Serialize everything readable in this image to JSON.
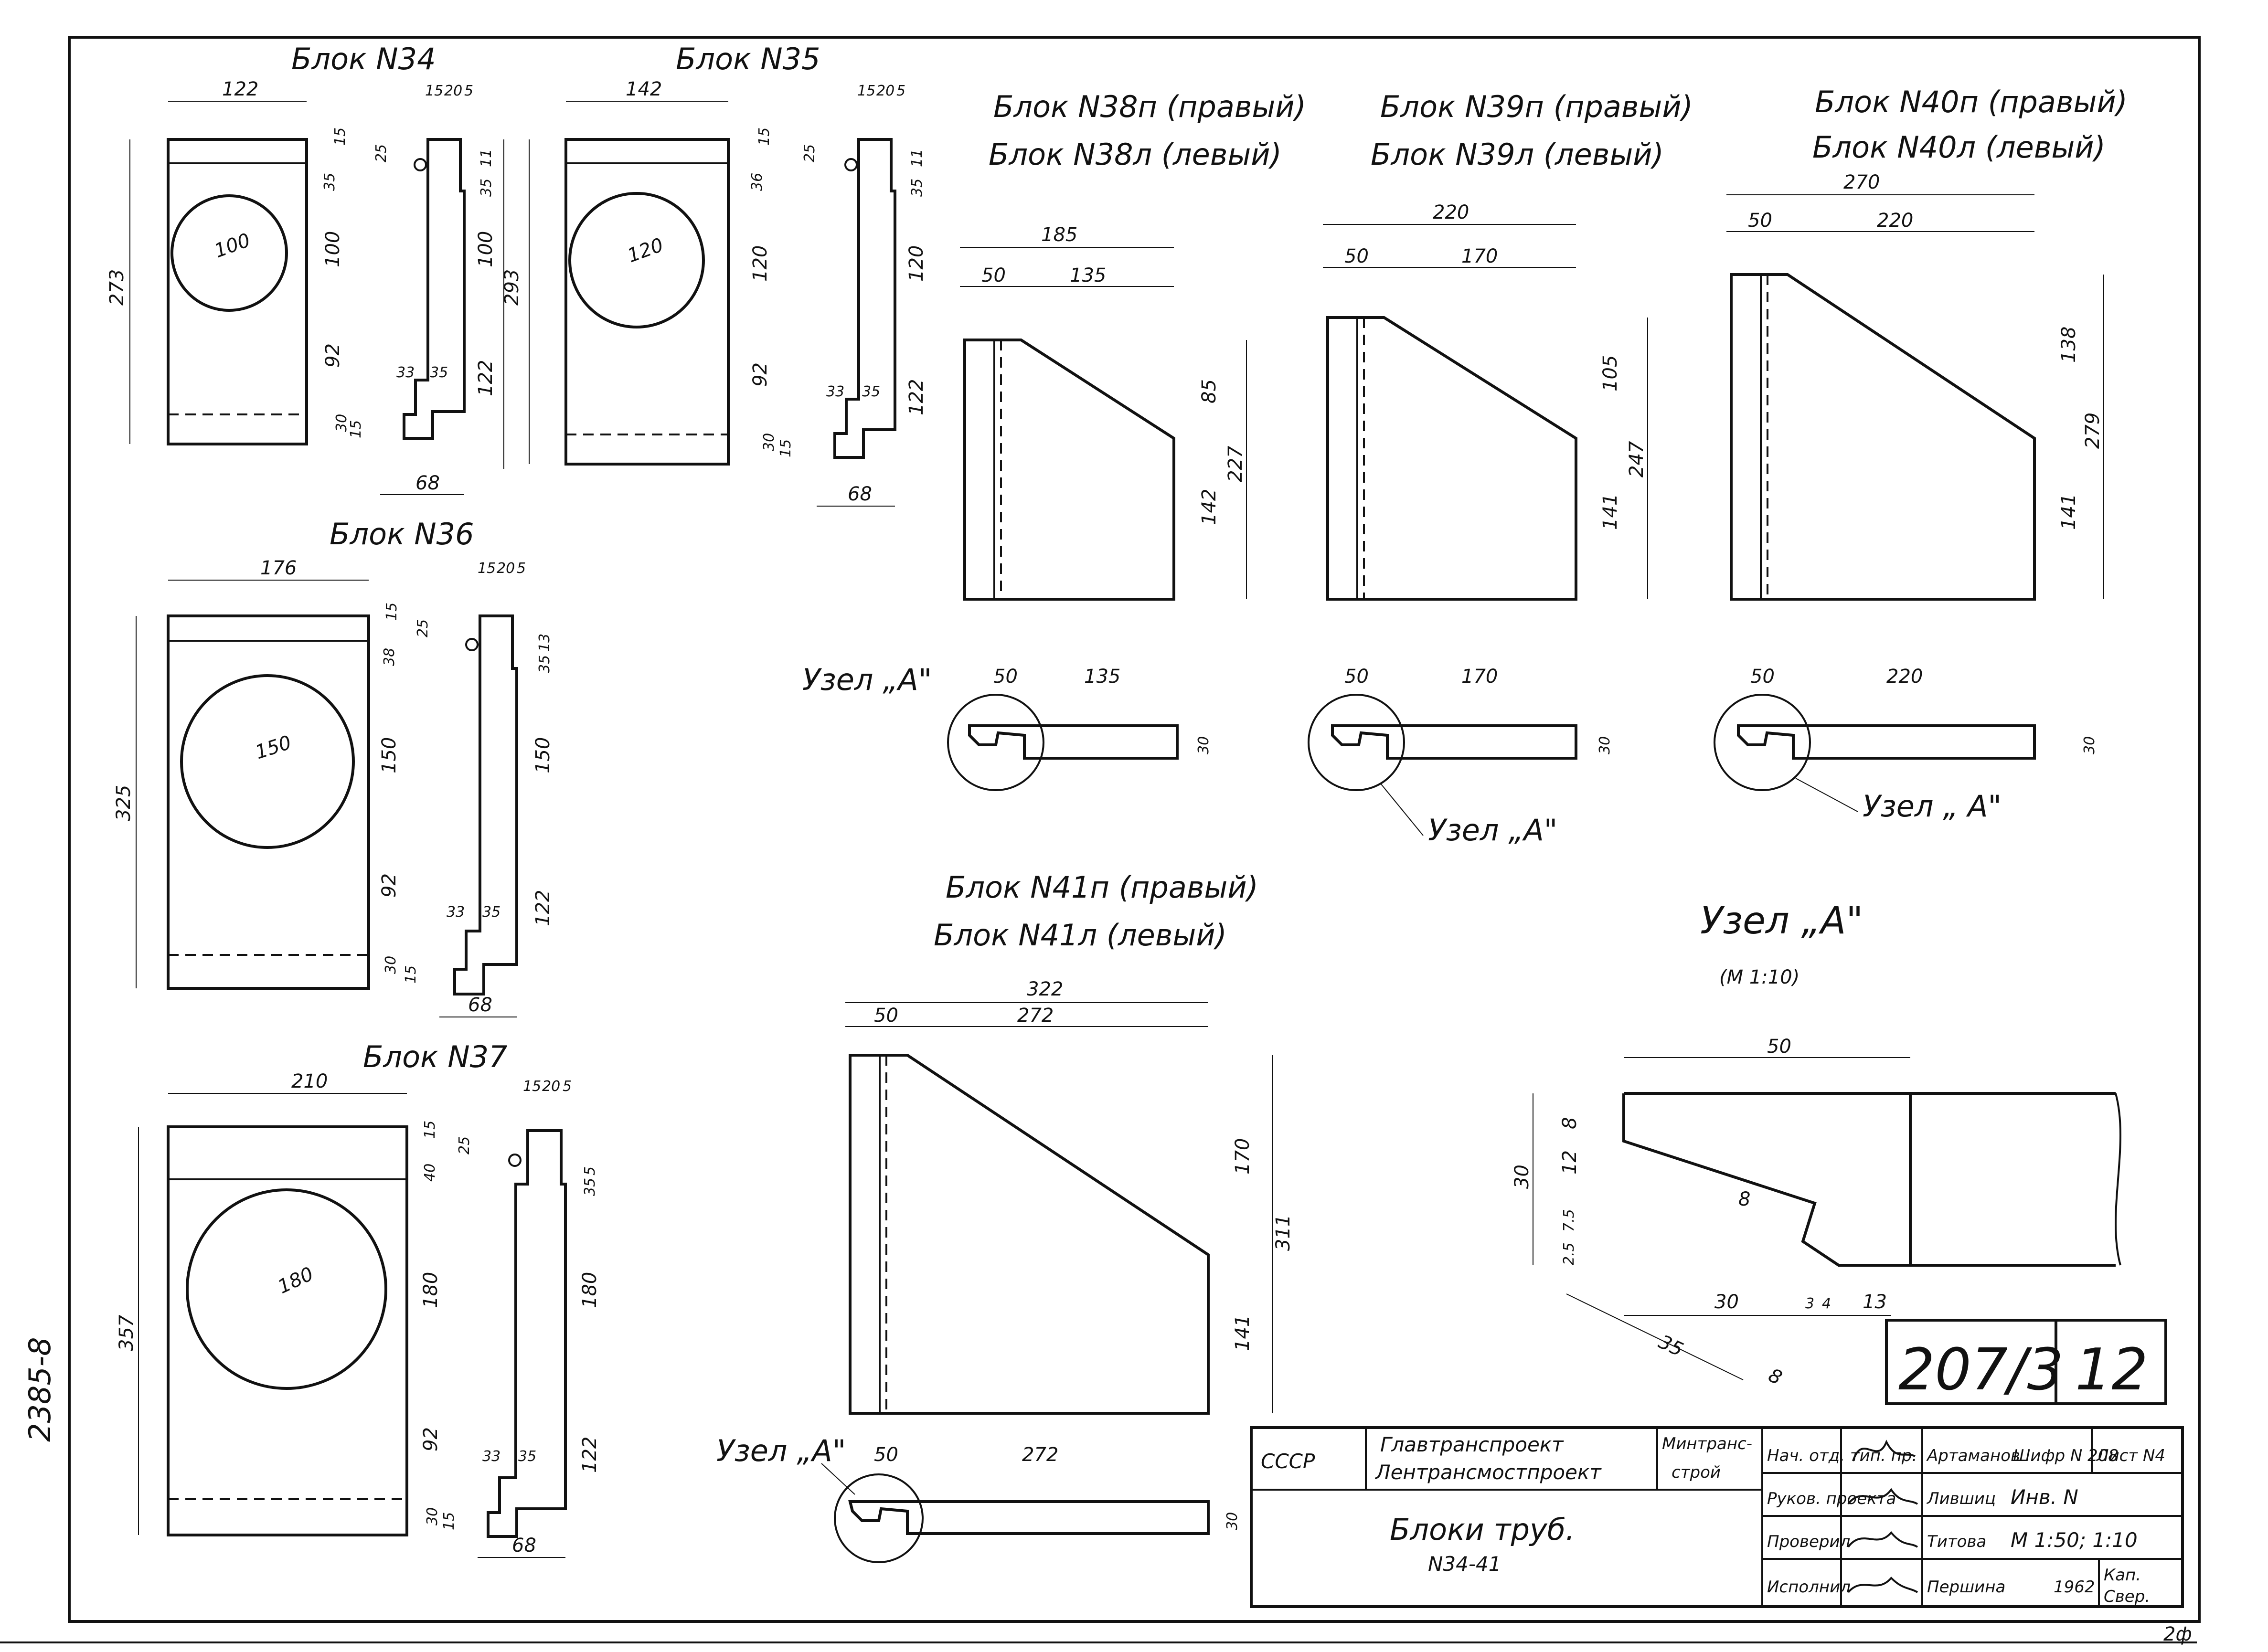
{
  "sheet_side_label": "2385-8",
  "page_corner_mark": "2ф",
  "blocks": {
    "b34": {
      "title": "Блок N34",
      "d_width": "122",
      "d_height": "273",
      "d_circle": "100",
      "p_top": [
        "15",
        "20",
        "5"
      ],
      "p_left": [
        "15",
        "25",
        "35",
        "100",
        "92",
        "30",
        "15"
      ],
      "p_right": [
        "11",
        "35",
        "100",
        "122"
      ],
      "p_total": "293",
      "p_steps": [
        "33",
        "35"
      ],
      "p_bottom": "68"
    },
    "b35": {
      "title": "Блок N35",
      "d_width": "142",
      "d_circle": "120",
      "p_top": [
        "15",
        "20",
        "5"
      ],
      "p_left": [
        "15",
        "25",
        "36",
        "120",
        "92",
        "30",
        "15"
      ],
      "p_right": [
        "11",
        "35",
        "120",
        "122"
      ],
      "p_steps": [
        "33",
        "35"
      ],
      "p_bottom": "68"
    },
    "b36": {
      "title": "Блок N36",
      "d_width": "176",
      "d_height": "325",
      "d_circle": "150",
      "p_top": [
        "15",
        "20",
        "5"
      ],
      "p_left": [
        "15",
        "25",
        "38",
        "150",
        "92",
        "30",
        "15"
      ],
      "p_right": [
        "13",
        "35",
        "150",
        "122"
      ],
      "p_steps": [
        "33",
        "35"
      ],
      "p_bottom": "68"
    },
    "b37": {
      "title": "Блок N37",
      "d_width": "210",
      "d_height": "357",
      "d_circle": "180",
      "p_top": [
        "15",
        "20",
        "5"
      ],
      "p_left": [
        "15",
        "25",
        "40",
        "180",
        "92",
        "30",
        "15"
      ],
      "p_right": [
        "5",
        "35",
        "180",
        "122"
      ],
      "p_steps": [
        "33",
        "35"
      ],
      "p_bottom": "68"
    },
    "b38": {
      "title_r": "Блок N38п (правый)",
      "title_l": "Блок N38л (левый)",
      "d_total": "185",
      "d_a": "50",
      "d_b": "135",
      "d_top": "85",
      "d_bot": "142",
      "d_h": "227",
      "node_label": "Узел „А\"",
      "n_a": "50",
      "n_b": "135",
      "n_t": "30"
    },
    "b39": {
      "title_r": "Блок N39п (правый)",
      "title_l": "Блок N39л (левый)",
      "d_total": "220",
      "d_a": "50",
      "d_b": "170",
      "d_top": "105",
      "d_bot": "141",
      "d_h": "247",
      "node_label": "Узел „А\"",
      "n_a": "50",
      "n_b": "170",
      "n_t": "30"
    },
    "b40": {
      "title_r": "Блок N40п (правый)",
      "title_l": "Блок N40л (левый)",
      "d_total": "270",
      "d_a": "50",
      "d_b": "220",
      "d_top": "138",
      "d_bot": "141",
      "d_h": "279",
      "node_label": "Узел „ А\"",
      "n_a": "50",
      "n_b": "220",
      "n_t": "30"
    },
    "b41": {
      "title_r": "Блок N41п (правый)",
      "title_l": "Блок N41л (левый)",
      "d_total": "322",
      "d_a": "50",
      "d_b": "272",
      "d_top": "170",
      "d_bot": "141",
      "d_h": "311",
      "node_label": "Узел „А\"",
      "n_a": "50",
      "n_b": "272",
      "n_t": "30"
    }
  },
  "node_detail": {
    "title": "Узел „А\"",
    "scale": "(М 1:10)",
    "d_width": "50",
    "d_h": "30",
    "d_8": "8",
    "d_12": "12",
    "d_75": "7.5",
    "d_25": "2.5",
    "d_bot_30": "30",
    "d_bot_3": "3",
    "d_bot_4": "4",
    "d_bot_13": "13",
    "d_slope_35": "35",
    "d_slope_8": "8",
    "d_inner_8": "8"
  },
  "sheet_number": {
    "series": "207/3",
    "sheet": "12"
  },
  "stamp": {
    "country": "СССР",
    "org_1": "Главтранспроект",
    "org_2": "Лентрансмостпроект",
    "ministry_1": "Минтранс-",
    "ministry_2": "строй",
    "title_1": "Блоки труб.",
    "title_2": "N34-41",
    "roles": [
      "Нач. отд. тип. пр.",
      "Руков. проекта",
      "Проверил",
      "Исполнил"
    ],
    "names": [
      "Артаманов",
      "Лившиц",
      "Титова",
      "Першина"
    ],
    "code_label": "Шифр N 208",
    "sheet_label": "Лист N4",
    "inv_label": "Инв. N",
    "scale": "М 1:50; 1:10",
    "year": "1962",
    "copy_1": "Кап.",
    "copy_2": "Свер."
  }
}
